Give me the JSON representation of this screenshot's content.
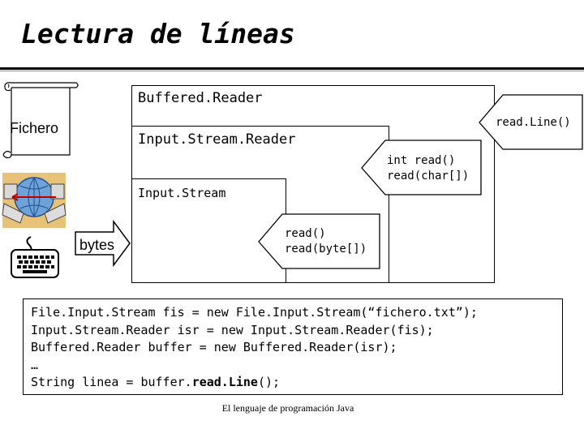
{
  "slide": {
    "title": "Lectura de líneas",
    "footer": "El lenguaje de programación Java"
  },
  "diagram": {
    "file_label": "Fichero",
    "bytes_label": "bytes",
    "buffered_reader": "Buffered.Reader",
    "input_stream_reader": "Input.Stream.Reader",
    "input_stream": "Input.Stream",
    "callout_readline": "read.Line()",
    "callout_isr": [
      "int read()",
      "read(char[])"
    ],
    "callout_is": [
      "read()",
      "read(byte[])"
    ],
    "icons": [
      "scroll-icon",
      "network-computers-icon",
      "keyboard-icon",
      "arrow-right-icon"
    ]
  },
  "code": {
    "lines": [
      "File.Input.Stream fis = new File.Input.Stream(“fichero.txt”);",
      "Input.Stream.Reader isr = new Input.Stream.Reader(fis);",
      "Buffered.Reader buffer = new Buffered.Reader(isr);",
      "…"
    ],
    "last_prefix": "String linea = buffer.",
    "last_bold": "read.Line",
    "last_suffix": "();"
  }
}
